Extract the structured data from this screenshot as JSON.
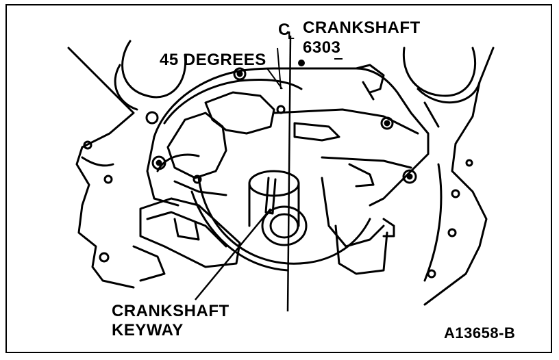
{
  "figure": {
    "centerline_symbol": "C",
    "centerline_sub": "L",
    "labels": {
      "crankshaft": "CRANKSHAFT",
      "part_number": "6303",
      "angle": "45 DEGREES",
      "keyway_line1": "CRANKSHAFT",
      "keyway_line2": "KEYWAY"
    },
    "figure_id": "A13658-B"
  }
}
